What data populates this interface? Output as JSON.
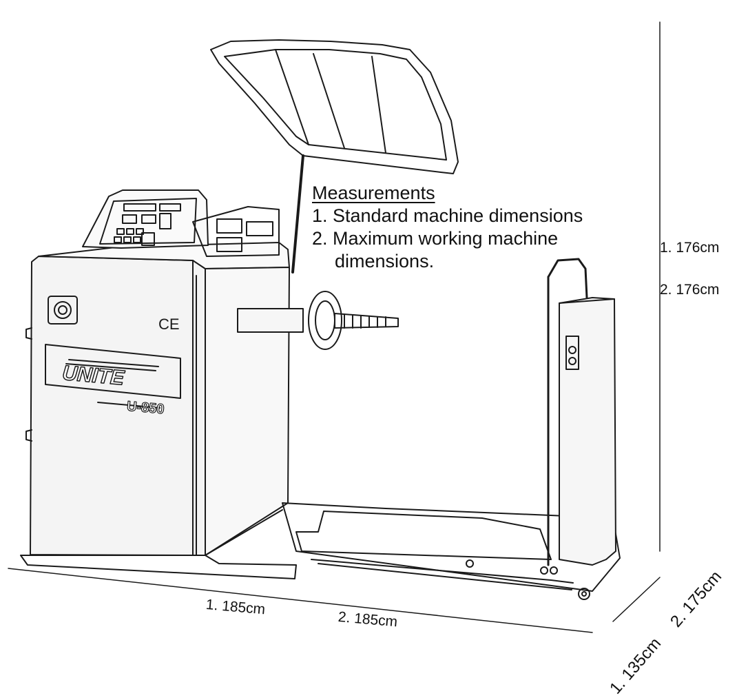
{
  "legend": {
    "title": "Measurements",
    "item1": "1. Standard machine dimensions",
    "item2_line1": "2. Maximum working machine",
    "item2_line2": "dimensions."
  },
  "dimensions": {
    "height_standard": "1. 176cm",
    "height_max": "2. 176cm",
    "width_standard": "1. 185cm",
    "width_max": "2. 185cm",
    "depth_standard": "1. 135cm",
    "depth_max": "2. 175cm"
  },
  "machine": {
    "brand": "UNITE",
    "model": "U-850",
    "mark": "CE"
  },
  "colors": {
    "line": "#1a1a1a",
    "panel": "#f4f4f4"
  }
}
